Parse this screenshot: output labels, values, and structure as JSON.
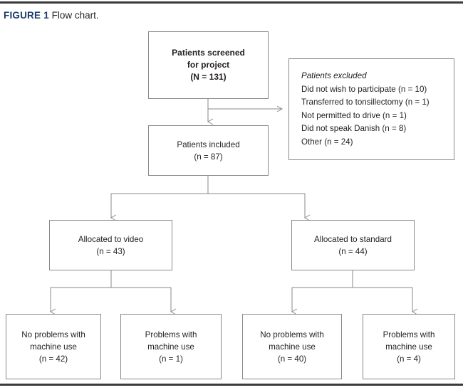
{
  "figure": {
    "label": "FIGURE 1",
    "title": "Flow chart.",
    "label_color": "#1d3a6b",
    "rule_color": "#3a3a3a",
    "box_border_color": "#8a8a8a",
    "connector_color": "#8a8a8a"
  },
  "nodes": {
    "screened": {
      "line1": "Patients screened",
      "line2": "for project",
      "line3": "(N = 131)"
    },
    "excluded": {
      "line1": "Patients excluded",
      "line2": "Did not wish to participate (n = 10)",
      "line3": "Transferred to tonsillectomy (n = 1)",
      "line4": "Not permitted to drive (n = 1)",
      "line5": "Did not speak Danish (n = 8)",
      "line6": "Other (n = 24)"
    },
    "included": {
      "line1": "Patients included",
      "line2": "(n = 87)"
    },
    "alloc_video": {
      "line1": "Allocated to video",
      "line2": "(n = 43)"
    },
    "alloc_standard": {
      "line1": "Allocated to standard",
      "line2": "(n = 44)"
    },
    "video_no_problems": {
      "line1": "No problems with",
      "line2": "machine use",
      "line3": "(n = 42)"
    },
    "video_problems": {
      "line1": "Problems with",
      "line2": "machine use",
      "line3": "(n = 1)"
    },
    "standard_no_problems": {
      "line1": "No problems with",
      "line2": "machine use",
      "line3": "(n = 40)"
    },
    "standard_problems": {
      "line1": "Problems with",
      "line2": "machine use",
      "line3": "(n = 4)"
    }
  }
}
